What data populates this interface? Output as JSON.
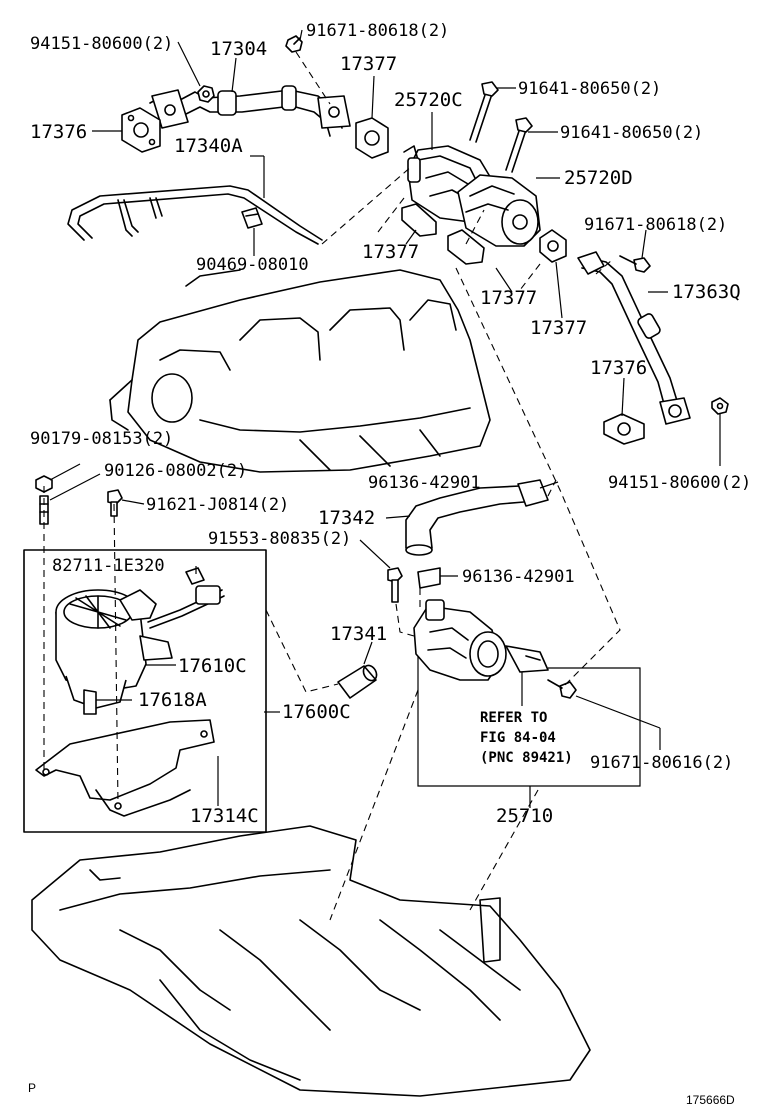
{
  "labels": {
    "p94151_top": "94151-80600(2)",
    "p17304": "17304",
    "p91671_top": "91671-80618(2)",
    "p17377_a": "17377",
    "p17376_left": "17376",
    "p25720c": "25720C",
    "p91641_a": "91641-80650(2)",
    "p91641_b": "91641-80650(2)",
    "p17340a": "17340A",
    "p25720d": "25720D",
    "p91671_right": "91671-80618(2)",
    "p90469": "90469-08010",
    "p17377_b": "17377",
    "p17377_c": "17377",
    "p17363q": "17363Q",
    "p17377_d": "17377",
    "p17376_right": "17376",
    "p90179": "90179-08153(2)",
    "p90126": "90126-08002(2)",
    "p96136_a": "96136-42901",
    "p94151_right": "94151-80600(2)",
    "p91621": "91621-J0814(2)",
    "p17342": "17342",
    "p91553": "91553-80835(2)",
    "p82711": "82711-1E320",
    "p96136_b": "96136-42901",
    "p17341": "17341",
    "p17610c": "17610C",
    "p17618a": "17618A",
    "p17600c": "17600C",
    "refer_line1": "REFER TO",
    "refer_line2": "FIG 84-04",
    "refer_line3": "(PNC 89421)",
    "p91671_bottom": "91671-80616(2)",
    "p17314c": "17314C",
    "p25710": "25710",
    "corner_p": "P",
    "figure_code": "175666D"
  }
}
